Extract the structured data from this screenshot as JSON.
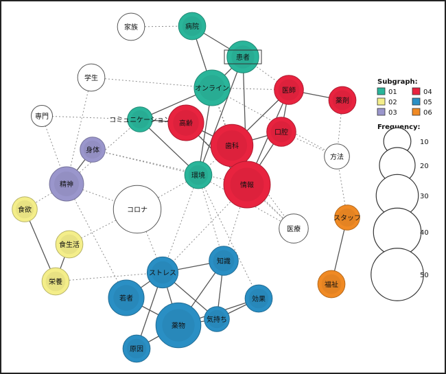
{
  "colors": {
    "01": "#2ab59a",
    "02": "#f4ee8a",
    "03": "#9a96cc",
    "04": "#e8233f",
    "05": "#2a8fc4",
    "06": "#f08a24",
    "none": "#ffffff"
  },
  "nodes": [
    {
      "id": "kazoku",
      "label": "家族",
      "group": "none",
      "freq": 10
    },
    {
      "id": "byoin",
      "label": "病院",
      "group": "01",
      "freq": 10
    },
    {
      "id": "kanja",
      "label": "患者",
      "group": "01",
      "freq": 15
    },
    {
      "id": "gakusei",
      "label": "学生",
      "group": "none",
      "freq": 10
    },
    {
      "id": "online",
      "label": "オンライン",
      "group": "01",
      "freq": 20
    },
    {
      "id": "ishi",
      "label": "医師",
      "group": "04",
      "freq": 12
    },
    {
      "id": "yakuzai",
      "label": "薬剤",
      "group": "04",
      "freq": 10
    },
    {
      "id": "senmon",
      "label": "専門",
      "group": "none",
      "freq": 5
    },
    {
      "id": "comm",
      "label": "コミュニケーション",
      "group": "01",
      "freq": 8
    },
    {
      "id": "korei",
      "label": "高齢",
      "group": "04",
      "freq": 20
    },
    {
      "id": "koku",
      "label": "口腔",
      "group": "04",
      "freq": 12
    },
    {
      "id": "shika",
      "label": "歯科",
      "group": "04",
      "freq": 30
    },
    {
      "id": "hoho",
      "label": "方法",
      "group": "none",
      "freq": 8
    },
    {
      "id": "shintai",
      "label": "身体",
      "group": "03",
      "freq": 8
    },
    {
      "id": "seishin",
      "label": "精神",
      "group": "03",
      "freq": 18
    },
    {
      "id": "kankyo",
      "label": "環境",
      "group": "01",
      "freq": 10
    },
    {
      "id": "joho",
      "label": "情報",
      "group": "04",
      "freq": 38
    },
    {
      "id": "shokuyoku",
      "label": "食欲",
      "group": "02",
      "freq": 8
    },
    {
      "id": "corona",
      "label": "コロナ",
      "group": "none",
      "freq": 40
    },
    {
      "id": "staff",
      "label": "スタッフ",
      "group": "06",
      "freq": 8
    },
    {
      "id": "iryo",
      "label": "医療",
      "group": "none",
      "freq": 12
    },
    {
      "id": "shokuseikatsu",
      "label": "食生活",
      "group": "02",
      "freq": 10
    },
    {
      "id": "chishiki",
      "label": "知識",
      "group": "05",
      "freq": 12
    },
    {
      "id": "stress",
      "label": "ストレス",
      "group": "05",
      "freq": 14
    },
    {
      "id": "eiyo",
      "label": "栄養",
      "group": "02",
      "freq": 10
    },
    {
      "id": "fukushi",
      "label": "福祉",
      "group": "06",
      "freq": 10
    },
    {
      "id": "wakamono",
      "label": "若者",
      "group": "05",
      "freq": 20
    },
    {
      "id": "koka",
      "label": "効果",
      "group": "05",
      "freq": 10
    },
    {
      "id": "yakubutsu",
      "label": "薬物",
      "group": "05",
      "freq": 35
    },
    {
      "id": "kimochi",
      "label": "気持ち",
      "group": "05",
      "freq": 8
    },
    {
      "id": "genin",
      "label": "原因",
      "group": "05",
      "freq": 10
    }
  ],
  "edges_solid": [
    [
      "byoin",
      "online"
    ],
    [
      "byoin",
      "kanja"
    ],
    [
      "kanja",
      "online"
    ],
    [
      "kanja",
      "kankyo"
    ],
    [
      "kanja",
      "joho"
    ],
    [
      "online",
      "comm"
    ],
    [
      "online",
      "kankyo"
    ],
    [
      "comm",
      "kankyo"
    ],
    [
      "comm",
      "korei"
    ],
    [
      "ishi",
      "yakuzai"
    ],
    [
      "ishi",
      "koku"
    ],
    [
      "ishi",
      "shika"
    ],
    [
      "ishi",
      "joho"
    ],
    [
      "koku",
      "shika"
    ],
    [
      "koku",
      "joho"
    ],
    [
      "korei",
      "shika"
    ],
    [
      "shika",
      "joho"
    ],
    [
      "korei",
      "joho"
    ],
    [
      "shintai",
      "seishin"
    ],
    [
      "shokuyoku",
      "eiyo"
    ],
    [
      "shokuseikatsu",
      "eiyo"
    ],
    [
      "staff",
      "fukushi"
    ],
    [
      "stress",
      "chishiki"
    ],
    [
      "stress",
      "yakubutsu"
    ],
    [
      "stress",
      "kimochi"
    ],
    [
      "stress",
      "genin"
    ],
    [
      "stress",
      "wakamono"
    ],
    [
      "chishiki",
      "yakubutsu"
    ],
    [
      "chishiki",
      "kimochi"
    ],
    [
      "koka",
      "kimochi"
    ],
    [
      "koka",
      "yakubutsu"
    ],
    [
      "wakamono",
      "yakubutsu"
    ],
    [
      "yakubutsu",
      "genin"
    ],
    [
      "yakubutsu",
      "kimochi"
    ]
  ],
  "edges_dotted": [
    [
      "kazoku",
      "byoin"
    ],
    [
      "gakusei",
      "online"
    ],
    [
      "senmon",
      "comm"
    ],
    [
      "senmon",
      "seishin"
    ],
    [
      "gakusei",
      "seishin"
    ],
    [
      "comm",
      "seishin"
    ],
    [
      "shintai",
      "kankyo"
    ],
    [
      "shintai",
      "joho"
    ],
    [
      "seishin",
      "corona"
    ],
    [
      "seishin",
      "wakamono"
    ],
    [
      "online",
      "ishi"
    ],
    [
      "online",
      "hoho"
    ],
    [
      "online",
      "shika"
    ],
    [
      "online",
      "joho"
    ],
    [
      "kanja",
      "ishi"
    ],
    [
      "kankyo",
      "corona"
    ],
    [
      "kankyo",
      "stress"
    ],
    [
      "kankyo",
      "chishiki"
    ],
    [
      "kankyo",
      "koka"
    ],
    [
      "kankyo",
      "iryo"
    ],
    [
      "yakuzai",
      "hoho"
    ],
    [
      "koku",
      "hoho"
    ],
    [
      "korei",
      "iryo"
    ],
    [
      "joho",
      "iryo"
    ],
    [
      "joho",
      "stress"
    ],
    [
      "shika",
      "kankyo"
    ],
    [
      "corona",
      "shokuseikatsu"
    ],
    [
      "corona",
      "stress"
    ],
    [
      "eiyo",
      "stress"
    ],
    [
      "seishin",
      "shokuyoku"
    ],
    [
      "hoho",
      "staff"
    ],
    [
      "shika",
      "iryo"
    ],
    [
      "joho",
      "chishiki"
    ]
  ],
  "highlighted_node": "kanja",
  "legend": {
    "subgraph_title": "Subgraph:",
    "items": [
      {
        "label": "01",
        "group": "01"
      },
      {
        "label": "02",
        "group": "02"
      },
      {
        "label": "03",
        "group": "03"
      },
      {
        "label": "04",
        "group": "04"
      },
      {
        "label": "05",
        "group": "05"
      },
      {
        "label": "06",
        "group": "06"
      }
    ],
    "frequency_title": "Frequency:",
    "sizes": [
      {
        "label": "10",
        "value": 10
      },
      {
        "label": "20",
        "value": 20
      },
      {
        "label": "30",
        "value": 30
      },
      {
        "label": "40",
        "value": 40
      },
      {
        "label": "50",
        "value": 50
      }
    ]
  }
}
